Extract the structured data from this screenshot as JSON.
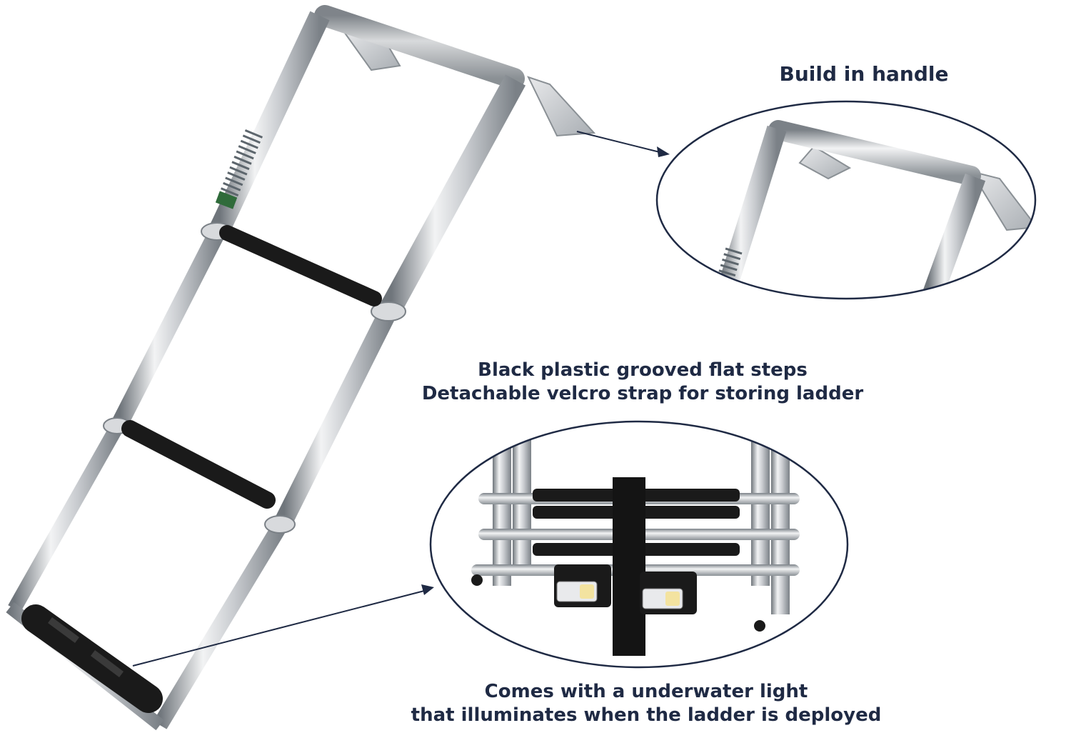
{
  "captions": {
    "handle": "Build in handle",
    "steps_line1": "Black plastic grooved flat steps",
    "steps_line2": "Detachable velcro strap for storing ladder",
    "light_line1": "Comes with a underwater light",
    "light_line2": "that illuminates when the ladder is deployed"
  },
  "colors": {
    "caption_text": "#1f2a44",
    "callout_outline": "#1f2a44",
    "steel_light": "#f2f3f4",
    "steel_mid": "#b9bdc2",
    "steel_dark": "#6f757b",
    "step_black": "#1a1a1a",
    "led_yellow": "#f3e3a0"
  }
}
